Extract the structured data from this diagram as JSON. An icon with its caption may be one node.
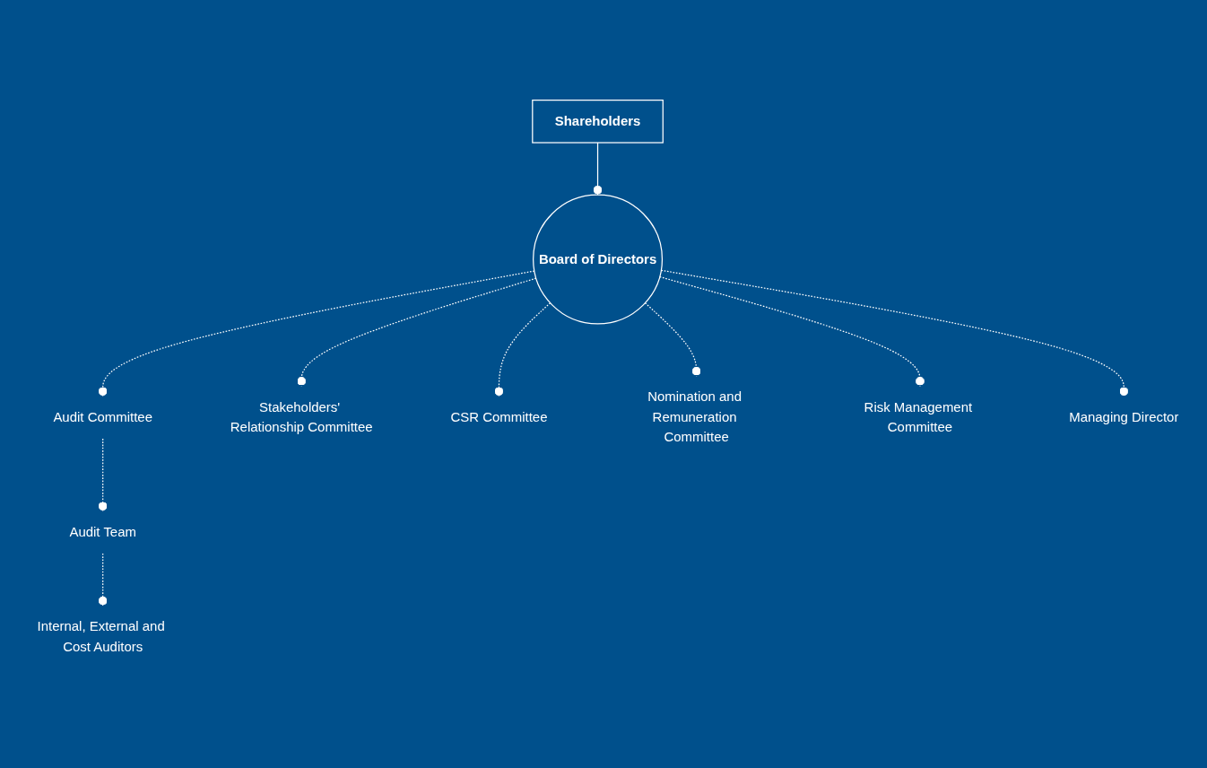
{
  "diagram": {
    "nodes": [
      {
        "text": [
          "Shareholders"
        ]
      },
      {
        "text": [
          "Board of Directors"
        ]
      },
      {
        "text": [
          "Audit Committee"
        ]
      },
      {
        "text": [
          "Stakeholders' Relationship Committee"
        ]
      },
      {
        "text": [
          "CSR Committee"
        ]
      },
      {
        "text": [
          "Nomination and Remuneration Committee"
        ]
      },
      {
        "text": [
          "Risk Management Committee"
        ]
      },
      {
        "text": [
          "Managing Director"
        ]
      },
      {
        "text": [
          "Audit Team"
        ]
      },
      {
        "text": [
          "Internal, External and Cost Auditors"
        ]
      }
    ],
    "edges": [
      {
        "from": 0,
        "to": 1,
        "arrow": "other"
      },
      {
        "from": 1,
        "to": 2,
        "arrow": "other",
        "style": "dashed"
      },
      {
        "from": 1,
        "to": 3,
        "arrow": "other",
        "style": "dashed"
      },
      {
        "from": 1,
        "to": 4,
        "arrow": "other",
        "style": "dashed"
      },
      {
        "from": 1,
        "to": 5,
        "arrow": "other",
        "style": "dashed"
      },
      {
        "from": 1,
        "to": 6,
        "arrow": "other",
        "style": "dashed"
      },
      {
        "from": 1,
        "to": 7,
        "arrow": "other",
        "style": "dashed"
      },
      {
        "from": 2,
        "to": 8,
        "arrow": "other",
        "style": "dashed"
      },
      {
        "from": 8,
        "to": 9,
        "arrow": "other",
        "style": "dashed"
      }
    ]
  }
}
